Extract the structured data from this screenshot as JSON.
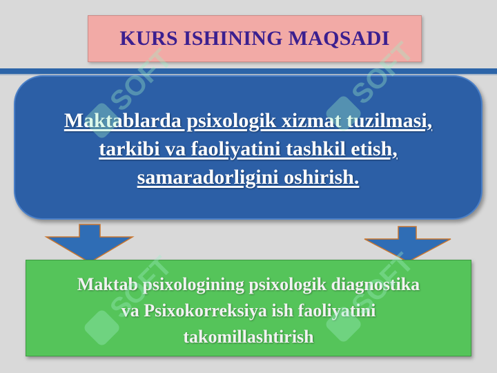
{
  "title": "KURS ISHINING MAQSADI",
  "main_box": {
    "lines": [
      "Maktablarda psixologik xizmat tuzilmasi,",
      "tarkibi va faoliyatini tashkil etish,",
      "samaradorligini oshirish."
    ]
  },
  "result_box": {
    "lines": [
      "Maktab psixologining psixologik diagnostika",
      "va Psixokorreksiya ish faoliyatini",
      "takomillashtirish"
    ]
  },
  "watermark": {
    "text": "SOFT"
  },
  "colors": {
    "background": "#d9d9d9",
    "title_box": "#f2aaa6",
    "title_text": "#3b1f8f",
    "rule": "#2c64a8",
    "main_box": "#2c5fa6",
    "arrow": "#2f6db5",
    "result_box": "#55c45a",
    "watermark": "#9ff0c8"
  }
}
